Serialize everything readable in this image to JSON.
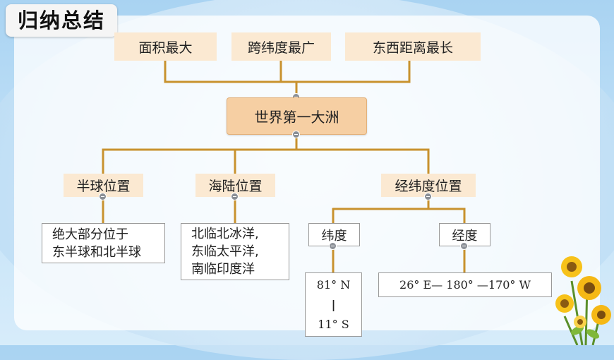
{
  "header": {
    "title": "归纳总结"
  },
  "top_nodes": [
    "面积最大",
    "跨纬度最广",
    "东西距离最长"
  ],
  "center_node": "世界第一大洲",
  "categories": [
    "半球位置",
    "海陆位置",
    "经纬度位置"
  ],
  "hemisphere_detail": [
    "绝大部分位于",
    "东半球和北半球"
  ],
  "sea_land_detail": [
    "北临北冰洋,",
    "东临太平洋,",
    "南临印度洋"
  ],
  "latitude": {
    "label": "纬度",
    "north": "81° N",
    "sep": "|",
    "south": "11° S"
  },
  "longitude": {
    "label": "经度",
    "range": "26° E— 180° —170° W"
  },
  "colors": {
    "line": "#c8922e",
    "peach": "#fbe9d2",
    "central": "#f6cfa3"
  }
}
